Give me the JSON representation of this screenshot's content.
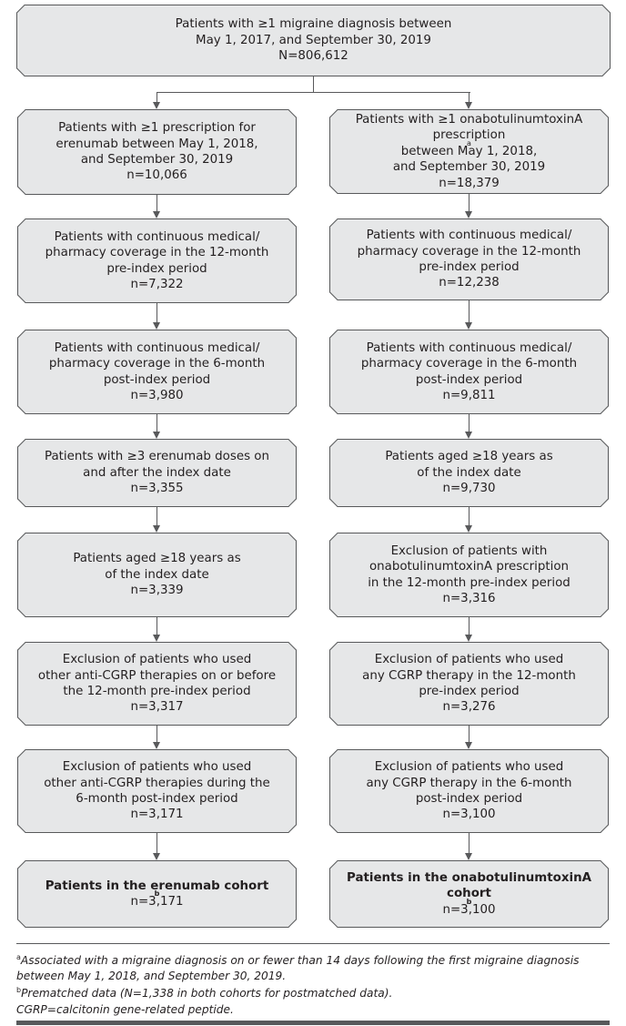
{
  "top": {
    "lines": [
      "Patients with ≥1 migraine diagnosis between",
      "May 1, 2017, and September 30, 2019",
      "N=806,612"
    ]
  },
  "left": [
    {
      "lines": [
        "Patients with ≥1 prescription for",
        "erenumab between May 1, 2018,",
        "and September 30, 2019",
        "n=10,066"
      ]
    },
    {
      "lines": [
        "Patients with continuous medical/",
        "pharmacy coverage in the 12-month",
        "pre-index period",
        "n=7,322"
      ]
    },
    {
      "lines": [
        "Patients with continuous medical/",
        "pharmacy coverage in the 6-month",
        "post-index period",
        "n=3,980"
      ]
    },
    {
      "lines": [
        "Patients with ≥3 erenumab doses on",
        "and after the index date",
        "n=3,355"
      ]
    },
    {
      "lines": [
        "Patients aged ≥18 years as",
        "of the index date",
        "n=3,339"
      ]
    },
    {
      "lines": [
        "Exclusion of patients who used",
        "other anti-CGRP therapies on or before",
        "the 12-month pre-index period",
        "n=3,317"
      ]
    },
    {
      "lines": [
        "Exclusion of patients who used",
        "other anti-CGRP therapies during the",
        "6-month post-index period",
        "n=3,171"
      ]
    },
    {
      "bold_lines": [
        "Patients in the erenumab cohort"
      ],
      "sup": "b",
      "lines": [
        "n=3,171"
      ]
    }
  ],
  "right": [
    {
      "lines": [
        "Patients with ≥1 onabotulinumtoxinA",
        "prescription",
        "between May 1, 2018,",
        "and September 30, 2019",
        "n=18,379"
      ],
      "sup_after_line": 1,
      "sup": "a"
    },
    {
      "lines": [
        "Patients with continuous medical/",
        "pharmacy coverage in the 12-month",
        "pre-index period",
        "n=12,238"
      ]
    },
    {
      "lines": [
        "Patients with continuous medical/",
        "pharmacy coverage in the 6-month",
        "post-index period",
        "n=9,811"
      ]
    },
    {
      "lines": [
        "Patients aged ≥18 years as",
        "of the index date",
        "n=9,730"
      ]
    },
    {
      "lines": [
        "Exclusion of patients with",
        "onabotulinumtoxinA prescription",
        "in the 12-month pre-index period",
        "n=3,316"
      ]
    },
    {
      "lines": [
        "Exclusion of patients who used",
        "any CGRP therapy in the 12-month",
        "pre-index period",
        "n=3,276"
      ]
    },
    {
      "lines": [
        "Exclusion of patients who used",
        "any CGRP therapy in the 6-month",
        "post-index period",
        "n=3,100"
      ]
    },
    {
      "bold_lines": [
        "Patients in the onabotulinumtoxinA",
        "cohort"
      ],
      "sup": "b",
      "lines": [
        "n=3,100"
      ]
    }
  ],
  "footnotes": [
    {
      "mark": "a",
      "text": "Associated with a migraine diagnosis on or fewer than 14 days following the first migraine diagnosis between May 1, 2018, and September 30, 2019."
    },
    {
      "mark": "b",
      "text": "Prematched data (N=1,338 in both cohorts for postmatched data)."
    },
    {
      "mark": "",
      "text": "CGRP=calcitonin gene-related peptide."
    }
  ],
  "colors": {
    "box_fill": "#e6e7e8",
    "border": "#58595b",
    "text": "#231f20"
  }
}
